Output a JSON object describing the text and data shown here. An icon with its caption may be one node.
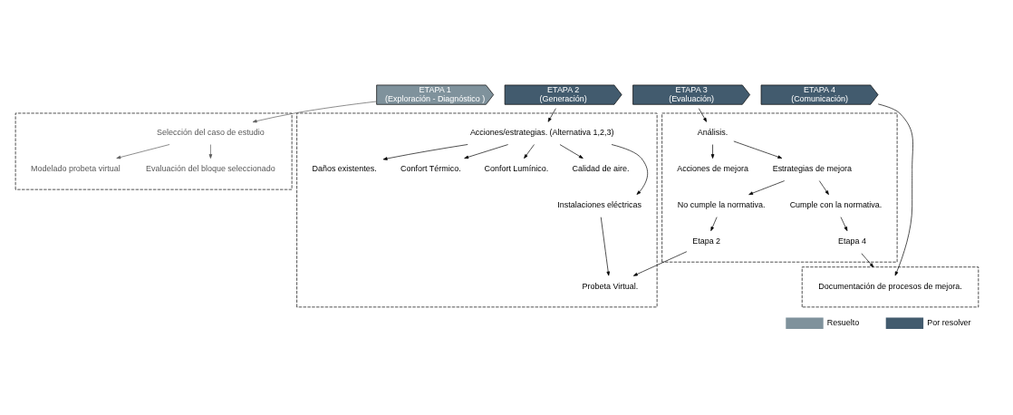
{
  "diagram": {
    "nodes": [
      {
        "text": [
          "ETAPA 1",
          "(Exploración - Diagnóstico )"
        ]
      },
      {
        "text": [
          "ETAPA 2",
          "(Generación)"
        ]
      },
      {
        "text": [
          "ETAPA 3",
          "(Evaluación)"
        ]
      },
      {
        "text": [
          "ETAPA 4",
          "(Comunicación)"
        ]
      },
      {
        "text": [],
        "shape": "box"
      },
      {
        "text": [],
        "shape": "box"
      },
      {
        "text": [],
        "shape": "box"
      },
      {
        "text": [],
        "shape": "box"
      },
      {
        "text": [
          "Selección del caso de estudio"
        ],
        "in": 4
      },
      {
        "text": [
          "Modelado probeta virtual"
        ],
        "in": 4
      },
      {
        "text": [
          "Evaluación del bloque seleccionado"
        ],
        "in": 4
      },
      {
        "text": [
          "Acciones/estrategias. (Alternativa 1,2,3)"
        ],
        "in": 5
      },
      {
        "text": [
          "Daños existentes."
        ],
        "in": 5
      },
      {
        "text": [
          "Confort Térmico."
        ],
        "in": 5
      },
      {
        "text": [
          "Confort Lumínico."
        ],
        "in": 5
      },
      {
        "text": [
          "Calidad de aire."
        ],
        "in": 5
      },
      {
        "text": [
          "Instalaciones eléctricas"
        ],
        "in": 5
      },
      {
        "text": [
          "Probeta Virtual."
        ],
        "in": 5
      },
      {
        "text": [
          "Análisis."
        ],
        "in": 6
      },
      {
        "text": [
          "Acciones de mejora"
        ],
        "in": 6
      },
      {
        "text": [
          "Estrategias de mejora"
        ],
        "in": 6
      },
      {
        "text": [
          "No cumple la normativa."
        ],
        "in": 6
      },
      {
        "text": [
          "Cumple con la normativa."
        ],
        "in": 6
      },
      {
        "text": [
          "Etapa 2"
        ],
        "in": 6
      },
      {
        "text": [
          "Etapa 4"
        ],
        "in": 6
      },
      {
        "text": [
          "Documentación de procesos de mejora."
        ],
        "in": 7
      }
    ],
    "edges": [
      {
        "from": 0,
        "to": 8,
        "arrow": "to",
        "color": "#595959"
      },
      {
        "from": 8,
        "to": 9,
        "arrow": "to",
        "color": "#595959"
      },
      {
        "from": 8,
        "to": 10,
        "arrow": "to",
        "color": "#595959"
      },
      {
        "from": 1,
        "to": 11,
        "arrow": "to"
      },
      {
        "from": 11,
        "to": 12,
        "arrow": "to"
      },
      {
        "from": 11,
        "to": 13,
        "arrow": "to"
      },
      {
        "from": 11,
        "to": 14,
        "arrow": "to"
      },
      {
        "from": 11,
        "to": 15,
        "arrow": "to"
      },
      {
        "from": 11,
        "to": 16,
        "arrow": "to"
      },
      {
        "from": 16,
        "to": 17,
        "arrow": "to"
      },
      {
        "from": 2,
        "to": 18,
        "arrow": "to"
      },
      {
        "from": 18,
        "to": 19,
        "arrow": "to"
      },
      {
        "from": 18,
        "to": 20,
        "arrow": "to"
      },
      {
        "from": 20,
        "to": 21,
        "arrow": "to"
      },
      {
        "from": 20,
        "to": 22,
        "arrow": "to"
      },
      {
        "from": 21,
        "to": 23,
        "arrow": "to"
      },
      {
        "from": 22,
        "to": 24,
        "arrow": "to"
      },
      {
        "from": 23,
        "to": 17,
        "arrow": "to"
      },
      {
        "from": 24,
        "to": 7,
        "arrow": "to"
      },
      {
        "from": 3,
        "to": 25,
        "arrow": "to"
      }
    ],
    "legend": [
      {
        "text": "Resuelto",
        "color": "#7f929c"
      },
      {
        "text": "Por resolver",
        "color": "#425b6e"
      }
    ]
  }
}
